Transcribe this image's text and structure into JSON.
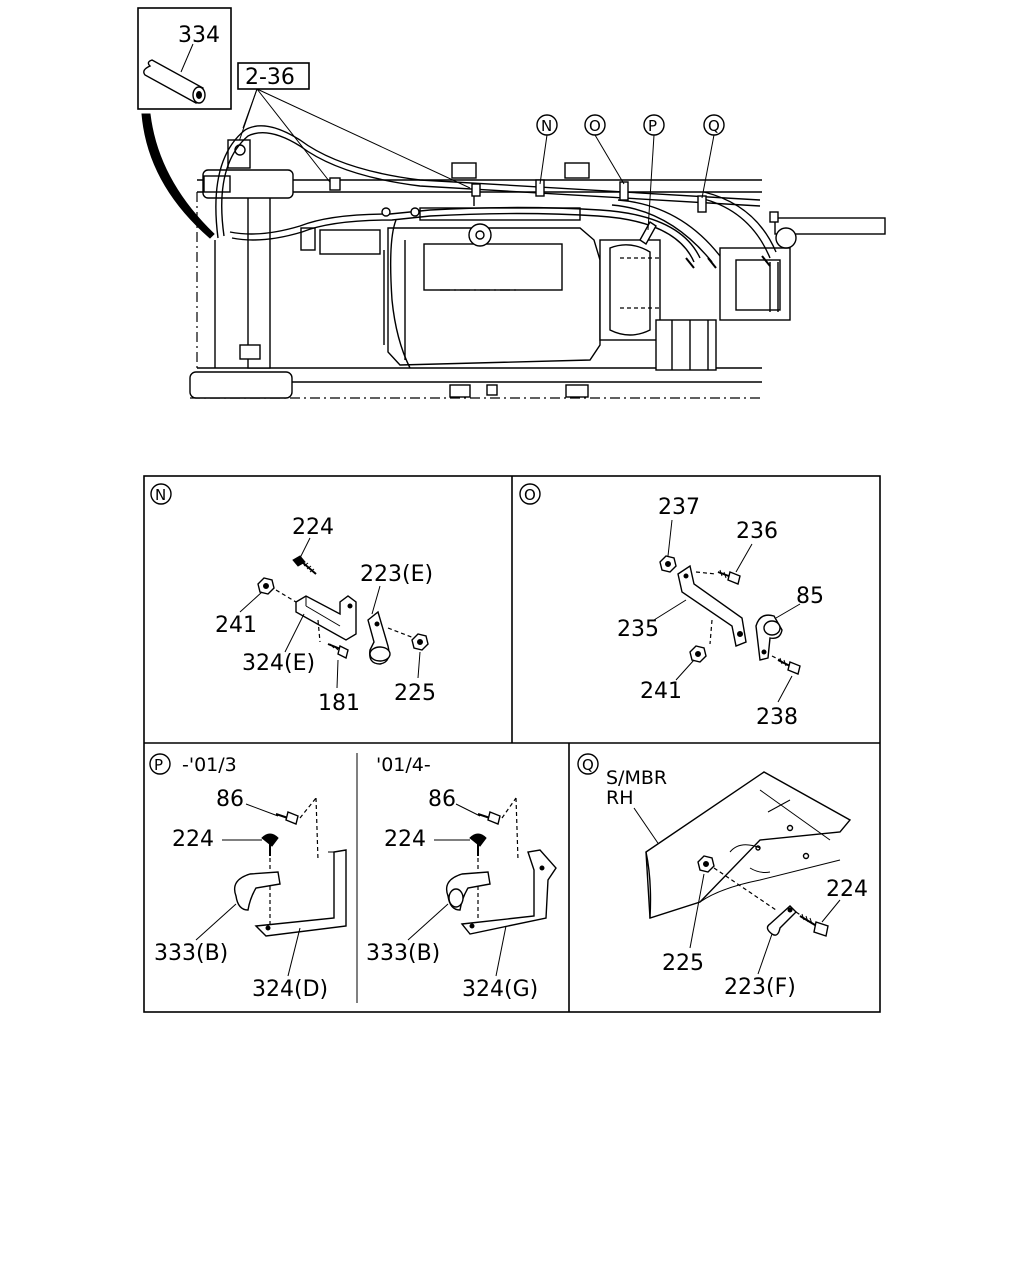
{
  "overview": {
    "inset_part": "334",
    "ref_label": "2-36",
    "detail_markers": [
      "N",
      "O",
      "P",
      "Q"
    ]
  },
  "panels": {
    "N": {
      "marker": "N",
      "parts": [
        "224",
        "223(E)",
        "241",
        "324(E)",
        "181",
        "225"
      ]
    },
    "O": {
      "marker": "O",
      "parts": [
        "237",
        "236",
        "85",
        "235",
        "241",
        "238"
      ]
    },
    "P": {
      "marker": "P",
      "left_caption": "-'01/3",
      "right_caption": "'01/4-",
      "left_parts": [
        "86",
        "224",
        "333(B)",
        "324(D)"
      ],
      "right_parts": [
        "86",
        "224",
        "333(B)",
        "324(G)"
      ]
    },
    "Q": {
      "marker": "Q",
      "member_line1": "S/MBR",
      "member_line2": "RH",
      "parts": [
        "225",
        "224",
        "223(F)"
      ]
    }
  }
}
